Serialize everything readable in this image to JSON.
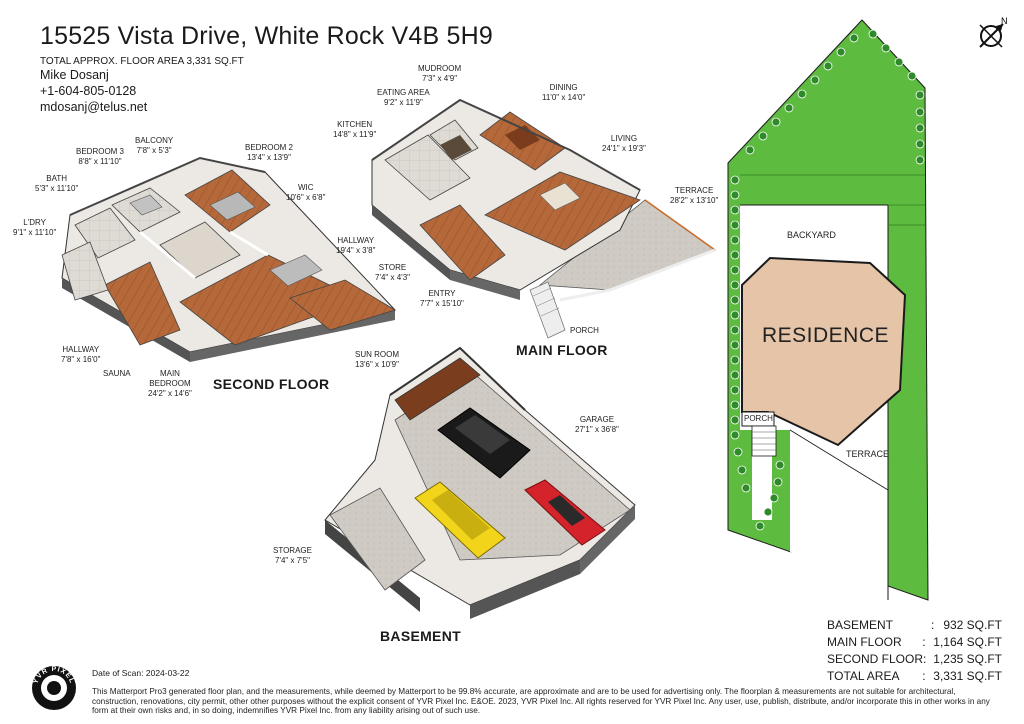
{
  "header": {
    "title": "15525 Vista Drive, White Rock V4B 5H9",
    "area_line": "TOTAL APPROX. FLOOR AREA 3,331 SQ.FT",
    "agent_name": "Mike Dosanj",
    "phone": "+1-604-805-0128",
    "email": "mdosanj@telus.net"
  },
  "compass": {
    "label": "N",
    "icon": "north-arrow-icon"
  },
  "floors": {
    "second": {
      "label": "SECOND FLOOR",
      "rooms": [
        {
          "name": "BALCONY",
          "dims": "7'8\" x 5'3\""
        },
        {
          "name": "BEDROOM 3",
          "dims": "8'8\" x 11'10\""
        },
        {
          "name": "BEDROOM 2",
          "dims": "13'4\" x 13'9\""
        },
        {
          "name": "BATH",
          "dims": "5'3\" x 11'10\""
        },
        {
          "name": "WIC",
          "dims": "10'6\" x 6'8\""
        },
        {
          "name": "L'DRY",
          "dims": "9'1\" x 11'10\""
        },
        {
          "name": "HALLWAY",
          "dims": "7'8\" x 16'0\""
        },
        {
          "name": "SAUNA",
          "dims": ""
        },
        {
          "name": "MAIN BEDROOM",
          "dims": "24'2\" x 14'6\""
        },
        {
          "name": "SUN ROOM",
          "dims": "13'6\" x 10'9\""
        }
      ]
    },
    "main": {
      "label": "MAIN FLOOR",
      "rooms": [
        {
          "name": "MUDROOM",
          "dims": "7'3\" x 4'9\""
        },
        {
          "name": "EATING AREA",
          "dims": "9'2\" x 11'9\""
        },
        {
          "name": "DINING",
          "dims": "11'0\" x 14'0\""
        },
        {
          "name": "KITCHEN",
          "dims": "14'8\" x 11'9\""
        },
        {
          "name": "LIVING",
          "dims": "24'1\" x 19'3\""
        },
        {
          "name": "TERRACE",
          "dims": "28'2\" x 13'10\""
        },
        {
          "name": "HALLWAY",
          "dims": "19'4\" x 3'8\""
        },
        {
          "name": "STORE",
          "dims": "7'4\" x 4'3\""
        },
        {
          "name": "ENTRY",
          "dims": "7'7\" x 15'10\""
        },
        {
          "name": "PORCH",
          "dims": ""
        }
      ]
    },
    "basement": {
      "label": "BASEMENT",
      "rooms": [
        {
          "name": "GARAGE",
          "dims": "27'1\" x 36'8\""
        },
        {
          "name": "STORAGE",
          "dims": "7'4\" x 7'5\""
        }
      ]
    }
  },
  "site_plan": {
    "backyard": "BACKYARD",
    "residence": "RESIDENCE",
    "porch": "PORCH",
    "terrace": "TERRACE",
    "colors": {
      "lawn": "#5dbb3f",
      "residence": "#e5c4a8",
      "outline": "#1a1a1a",
      "hedge": "#2f8a2a"
    }
  },
  "summary": [
    {
      "label": "BASEMENT",
      "value": "932 SQ.FT"
    },
    {
      "label": "MAIN FLOOR",
      "value": "1,164 SQ.FT"
    },
    {
      "label": "SECOND FLOOR",
      "value": "1,235 SQ.FT"
    },
    {
      "label": "TOTAL AREA",
      "value": "3,331 SQ.FT"
    }
  ],
  "footer": {
    "logo_text": "YVR PIXEL",
    "scan_date": "Date of Scan: 2024-03-22",
    "disclaimer": "This Matterport Pro3 generated floor plan, and the measurements, while deemed by Matterport to be 99.8% accurate, are approximate and are to be used for advertising only. The floorplan & measurements are not suitable for architectural, construction, renovations, city permit, other other purposes without the explicit consent of YVR Pixel Inc. E&OE. 2023, YVR Pixel Inc. All rights reserved for YVR Pixel Inc. Any user, use, publish, distribute, and/or incorporate this in other works in any form at their own risks and, in so doing, indemnifies YVR Pixel Inc. from any liability arising out of such use."
  }
}
